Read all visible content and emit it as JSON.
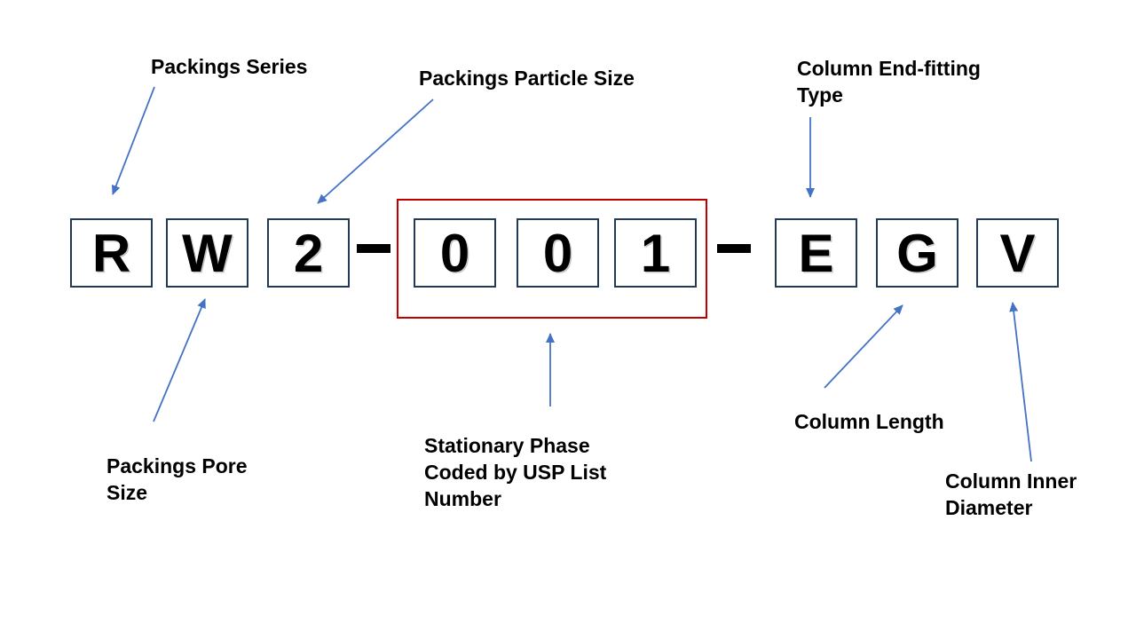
{
  "diagram": {
    "code": {
      "group1": [
        "R",
        "W",
        "2"
      ],
      "group2": [
        "0",
        "0",
        "1"
      ],
      "group3": [
        "E",
        "G",
        "V"
      ],
      "separators": [
        "-",
        "-"
      ],
      "full_code": "RW2-001-EGV"
    },
    "callouts": {
      "packings_series": {
        "lines": [
          "Packings Series"
        ]
      },
      "packings_particle_size": {
        "lines": [
          "Packings Particle Size"
        ]
      },
      "column_end_fitting": {
        "lines": [
          "Column End-fitting",
          "Type"
        ]
      },
      "packings_pore_size": {
        "lines": [
          "Packings Pore",
          "Size"
        ]
      },
      "stationary_phase": {
        "lines": [
          "Stationary Phase",
          "Coded by USP List",
          "Number"
        ]
      },
      "column_length": {
        "lines": [
          "Column Length"
        ]
      },
      "column_inner_diameter": {
        "lines": [
          "Column Inner",
          "Diameter"
        ]
      }
    },
    "colors": {
      "box_border": "#223A54",
      "arrow": "#4472C4",
      "highlight_box": "#C00000",
      "text": "#000000",
      "background": "#FFFFFF"
    }
  }
}
